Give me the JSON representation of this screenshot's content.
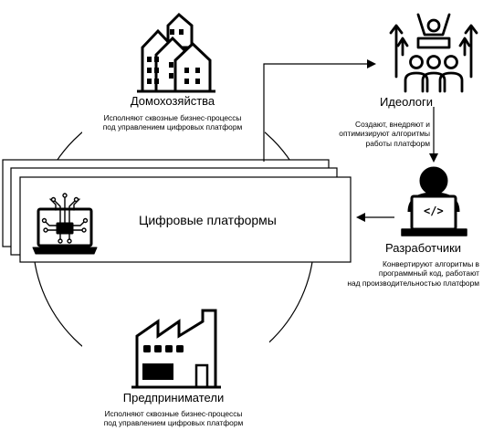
{
  "households": {
    "title": "Домохозяйства",
    "desc": [
      "Исполняют сквозные бизнес-процессы",
      "под управлением цифровых платформ"
    ]
  },
  "ideologists": {
    "title": "Идеологи",
    "desc": [
      "Создают, внедряют и",
      "оптимизируют алгоритмы",
      "работы платформ"
    ]
  },
  "developers": {
    "title": "Разработчики",
    "desc": [
      "Конвертируют алгоритмы в",
      "программный код, работают",
      "над производительностью платформ"
    ],
    "code_symbol": "</>"
  },
  "entrepreneurs": {
    "title": "Предприниматели",
    "desc": [
      "Исполняют сквозные бизнес-процессы",
      "под управлением цифровых платформ"
    ]
  },
  "platforms": {
    "label": "Цифровые платформы"
  }
}
